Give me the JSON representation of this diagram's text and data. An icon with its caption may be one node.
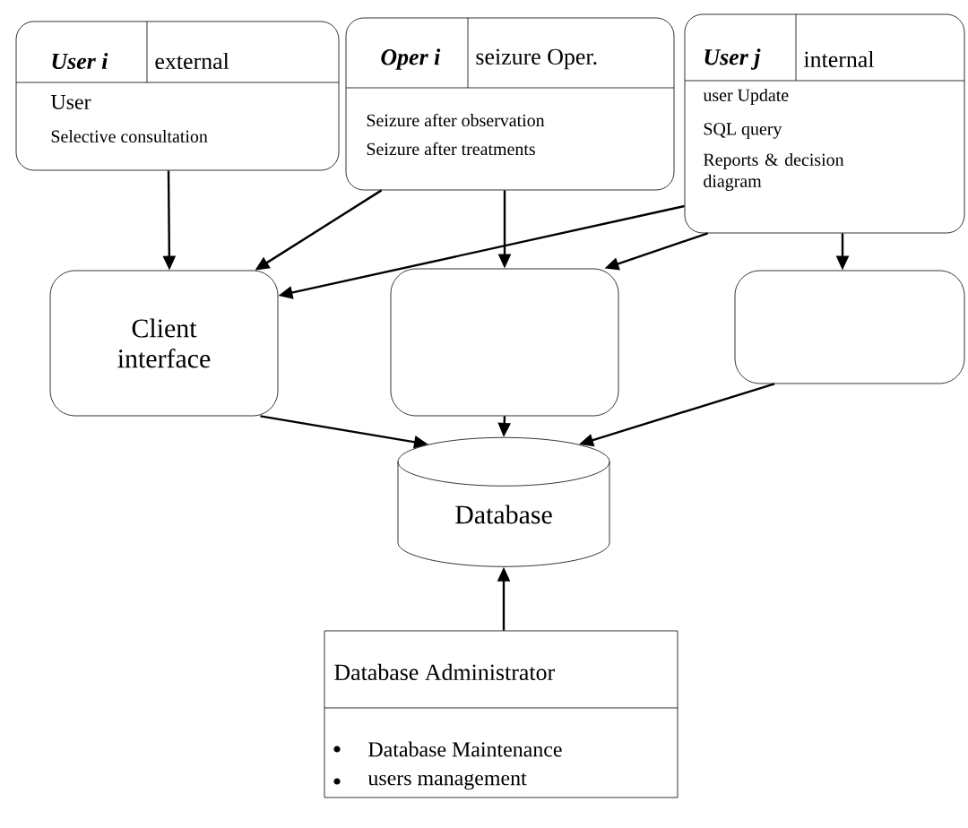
{
  "diagram": {
    "nodes": [
      {
        "text": [
          "User i",
          "external",
          "User",
          "Selective consultation"
        ]
      },
      {
        "text": [
          "Oper i",
          "seizure Oper.",
          "Seizure after observation",
          "Seizure after treatments"
        ]
      },
      {
        "text": [
          "User j",
          "internal",
          "user Update",
          "SQL query",
          "Reports & decision diagram"
        ]
      },
      {
        "text": [
          "Client interface"
        ]
      },
      {
        "text": [],
        "shape": "box"
      },
      {
        "text": [],
        "shape": "box"
      },
      {
        "text": [
          "Database"
        ]
      },
      {
        "text": [
          "Database Administrator",
          "Database Maintenance",
          "users management"
        ]
      }
    ],
    "edges": [
      {
        "from": 0,
        "to": 3,
        "arrow": "to"
      },
      {
        "from": 1,
        "to": 3,
        "arrow": "to"
      },
      {
        "from": 2,
        "to": 3,
        "arrow": "to"
      },
      {
        "from": 1,
        "to": 4,
        "arrow": "to"
      },
      {
        "from": 2,
        "to": 4,
        "arrow": "to"
      },
      {
        "from": 2,
        "to": 5,
        "arrow": "to"
      },
      {
        "from": 3,
        "to": 6,
        "arrow": "to"
      },
      {
        "from": 4,
        "to": 6,
        "arrow": "to"
      },
      {
        "from": 5,
        "to": 6,
        "arrow": "to"
      },
      {
        "from": 7,
        "to": 6,
        "arrow": "to"
      }
    ]
  }
}
